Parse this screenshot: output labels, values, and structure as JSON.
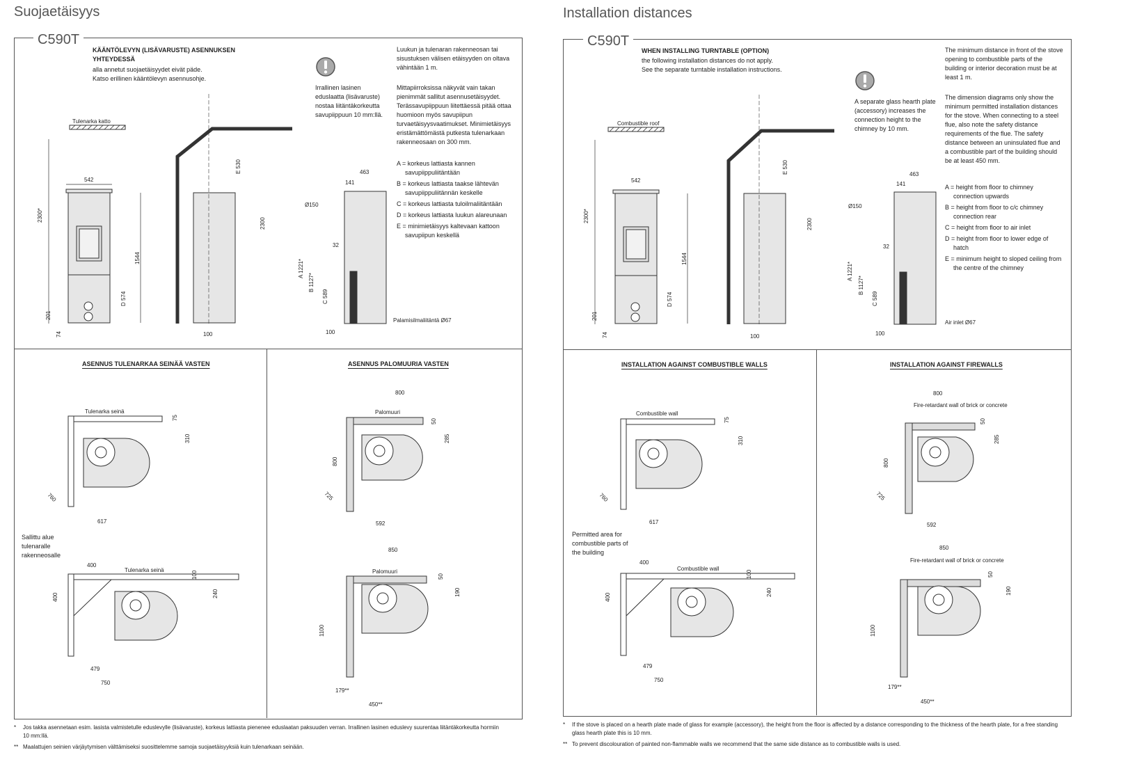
{
  "left": {
    "title": "Suojaetäisyys",
    "model": "C590T",
    "top_heading": "KÄÄNTÖLEVYN (LISÄVARUSTE) ASENNUKSEN YHTEYDESSÄ",
    "top_sub1": "alla annetut suojaetäisyydet eivät päde.",
    "top_sub2": "Katso erillinen kääntölevyn asennusohje.",
    "glass_note": "Irrallinen lasinen eduslaatta (lisävaruste) nostaa liitäntäkorkeutta savupiippuun 10 mm:llä.",
    "right_p1": "Luukun ja tulenaran rakenneosan tai sisustuksen välisen etäisyyden on oltava vähintään 1 m.",
    "right_p2": "Mittapiirroksissa näkyvät vain takan pienimmät sallitut asennusetäisyydet. Terässavupiippuun liitettäessä pitää ottaa huomioon myös savupiipun turvaetäisyysvaatimukset. Minimietäisyys eristämättömästä putkesta tulenarkaan rakenneosaan on 300 mm.",
    "legend": [
      "A = korkeus lattiasta kannen savupiippuliitäntään",
      "B = korkeus lattiasta taakse lähtevän savupiippuliitännän keskelle",
      "C = korkeus lattiasta tuloilmaliitäntään",
      "D = korkeus lattiasta luukun alareunaan",
      "E = minimietäisyys kaltevaan kattoon savupiipun keskellä"
    ],
    "roof_label": "Tulenarka katto",
    "air_inlet": "Palamisilmaliitäntä Ø67",
    "wall_heading": "ASENNUS TULENARKAA SEINÄÄ VASTEN",
    "firewall_heading": "ASENNUS PALOMUURIA VASTEN",
    "wall_label": "Tulenarka seinä",
    "firewall_label": "Palomuuri",
    "permitted_area": "Sallittu alue tulenaralle rakenneosalle",
    "footnote1_mark": "*",
    "footnote1": "Jos takka asennetaan esim. lasista valmistetulle eduslevylle (lisävaruste), korkeus lattiasta pienenee eduslaatan paksuuden verran. Irrallinen lasinen eduslevy suurentaa liitäntäkorkeutta hormiin 10 mm:llä.",
    "footnote2_mark": "**",
    "footnote2": "Maalattujen seinien värjäytymisen välttämiseksi suosittelemme samoja suojaetäisyyksiä kuin tulenarkaan seinään."
  },
  "right": {
    "title": "Installation distances",
    "model": "C590T",
    "top_heading": "WHEN INSTALLING TURNTABLE (OPTION)",
    "top_sub1": "the following installation distances do not apply.",
    "top_sub2": "See the separate turntable installation instructions.",
    "glass_note": "A separate glass hearth plate (accessory) increases the connection height to the chimney by 10 mm.",
    "right_p1": "The minimum distance in front of the stove opening to combustible parts of the building or interior decoration must be at least 1 m.",
    "right_p2": "The dimension diagrams only show the minimum permitted installation distances for the stove. When connecting to a steel flue, also note the safety distance requirements of the flue. The safety distance between an uninsulated flue and a combustible part of the building should be at least 450 mm.",
    "legend": [
      "A = height from floor to chimney connection upwards",
      "B = height from floor to c/c chimney connection rear",
      "C = height from floor to air inlet",
      "D = height from floor to lower edge of hatch",
      "E = minimum height to sloped ceiling from the centre of the chimney"
    ],
    "roof_label": "Combustible roof",
    "air_inlet": "Air inlet Ø67",
    "wall_heading": "INSTALLATION AGAINST COMBUSTIBLE WALLS",
    "firewall_heading": "INSTALLATION AGAINST FIREWALLS",
    "wall_label": "Combustible wall",
    "firewall_label": "Fire-retardant wall of brick or concrete",
    "permitted_area": "Permitted area for combustible parts of the building",
    "footnote1_mark": "*",
    "footnote1": "If the stove is placed on a hearth plate made of glass for example (accessory), the height from the floor is affected by a distance corresponding to the thickness of the hearth plate, for a free standing glass hearth plate this is 10 mm.",
    "footnote2_mark": "**",
    "footnote2": "To prevent discolouration of painted non-flammable walls we recommend that the same side distance as to combustible walls is used."
  },
  "dims": {
    "w542": "542",
    "h2300s": "2300*",
    "h2300": "2300",
    "h1544": "1544",
    "d574": "D 574",
    "h201": "201",
    "h74": "74",
    "w100": "100",
    "e530": "E 530",
    "w463": "463",
    "w141": "141",
    "d150": "Ø150",
    "w32": "32",
    "a1221": "A 1221*",
    "b1127": "B 1127*",
    "c589": "C 589",
    "d75": "75",
    "d310": "310",
    "d760": "760",
    "d617": "617",
    "d800": "800",
    "d50": "50",
    "d285": "285",
    "d725": "725",
    "d592": "592",
    "d400": "400",
    "d240": "240",
    "d479": "479",
    "d750": "750",
    "d850": "850",
    "d190": "190",
    "d1100": "1100",
    "d179": "179**",
    "d450": "450**"
  }
}
